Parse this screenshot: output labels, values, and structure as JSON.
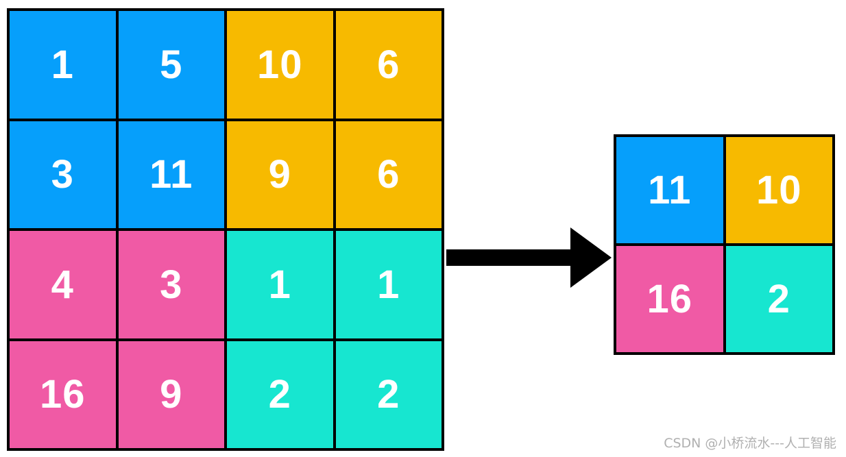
{
  "colors": {
    "blue": "#069ffb",
    "yellow": "#f7ba00",
    "pink": "#f05aa5",
    "teal": "#17e6d0",
    "border": "#000000",
    "text": "#ffffff"
  },
  "input_grid": {
    "rows": [
      [
        {
          "value": "1",
          "color": "blue"
        },
        {
          "value": "5",
          "color": "blue"
        },
        {
          "value": "10",
          "color": "yellow"
        },
        {
          "value": "6",
          "color": "yellow"
        }
      ],
      [
        {
          "value": "3",
          "color": "blue"
        },
        {
          "value": "11",
          "color": "blue"
        },
        {
          "value": "9",
          "color": "yellow"
        },
        {
          "value": "6",
          "color": "yellow"
        }
      ],
      [
        {
          "value": "4",
          "color": "pink"
        },
        {
          "value": "3",
          "color": "pink"
        },
        {
          "value": "1",
          "color": "teal"
        },
        {
          "value": "1",
          "color": "teal"
        }
      ],
      [
        {
          "value": "16",
          "color": "pink"
        },
        {
          "value": "9",
          "color": "pink"
        },
        {
          "value": "2",
          "color": "teal"
        },
        {
          "value": "2",
          "color": "teal"
        }
      ]
    ]
  },
  "output_grid": {
    "rows": [
      [
        {
          "value": "11",
          "color": "blue"
        },
        {
          "value": "10",
          "color": "yellow"
        }
      ],
      [
        {
          "value": "16",
          "color": "pink"
        },
        {
          "value": "2",
          "color": "teal"
        }
      ]
    ]
  },
  "arrow": {
    "icon": "right-arrow-icon"
  },
  "watermark": "CSDN @小桥流水---人工智能"
}
